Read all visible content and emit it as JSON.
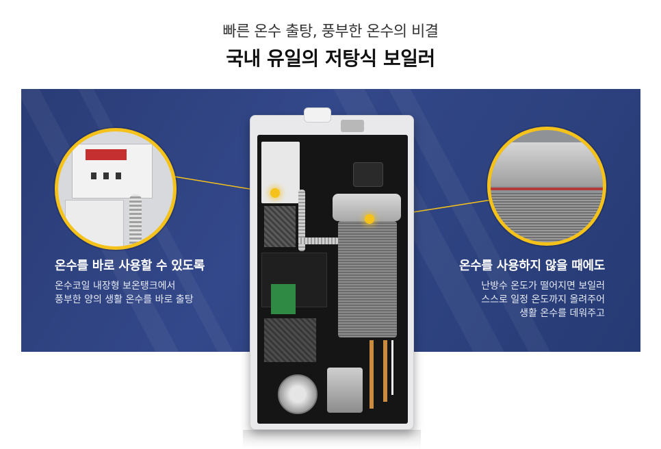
{
  "header": {
    "subtitle": "빠른 온수 출탕, 풍부한 온수의 비결",
    "title": "국내 유일의 저탕식 보일러"
  },
  "left_feature": {
    "heading": "온수를 바로 사용할 수 있도록",
    "lines": [
      "온수코일 내장형 보온탱크에서",
      "풍부한 양의 생활 온수를 바로 출탕"
    ]
  },
  "right_feature": {
    "heading": "온수를 사용하지 않을 때에도",
    "lines": [
      "난방수 온도가 떨어지면 보일러",
      "스스로 일정 온도까지 올려주어",
      "생활 온수를 데워주고"
    ]
  },
  "colors": {
    "banner": "#2d427f",
    "accent": "#f4c21b"
  }
}
